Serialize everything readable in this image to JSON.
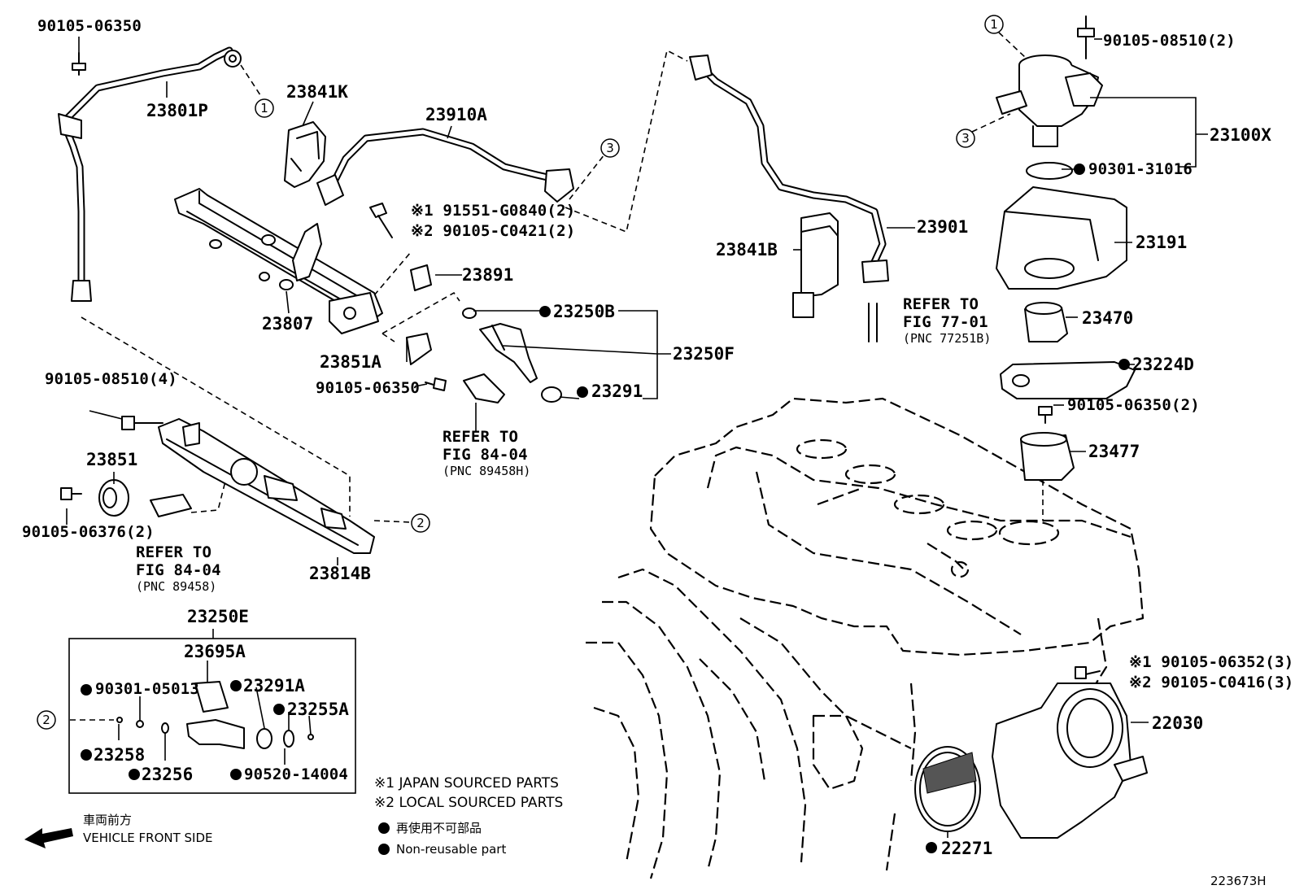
{
  "parts": {
    "p_90105_06350_top": "90105-06350",
    "p_23801P": "23801P",
    "p_23841K": "23841K",
    "p_23910A": "23910A",
    "p_91551": "※1 91551-G0840(2)",
    "p_90105_C0421": "※2 90105-C0421(2)",
    "p_23891": "23891",
    "p_23807": "23807",
    "p_23250B": "23250B",
    "p_23250F": "23250F",
    "p_23851A": "23851A",
    "p_90105_06350_mid": "90105-06350",
    "p_23291": "23291",
    "p_23901": "23901",
    "p_23841B": "23841B",
    "p_90105_08510_2": "90105-08510(2)",
    "p_23100X": "23100X",
    "p_90301_31016": "90301-31016",
    "p_23191": "23191",
    "p_23470": "23470",
    "p_23224D": "23224D",
    "p_90105_06350_2": "90105-06350(2)",
    "p_23477": "23477",
    "p_90105_08510_4": "90105-08510(4)",
    "p_23851": "23851",
    "p_90105_06376": "90105-06376(2)",
    "p_23814B": "23814B",
    "p_23250E": "23250E",
    "p_23695A": "23695A",
    "p_90301_05013": "90301-05013",
    "p_23291A": "23291A",
    "p_23255A": "23255A",
    "p_23258": "23258",
    "p_23256": "23256",
    "p_90520_14004": "90520-14004",
    "p_90105_06352": "※1 90105-06352(3)",
    "p_90105_C0416": "※2 90105-C0416(3)",
    "p_22030": "22030",
    "p_22271": "22271"
  },
  "refs": {
    "fig77": {
      "line1": "REFER TO",
      "line2": "FIG 77-01",
      "line3": "(PNC 77251B)"
    },
    "fig84a": {
      "line1": "REFER TO",
      "line2": "FIG 84-04",
      "line3": "(PNC 89458H)"
    },
    "fig84b": {
      "line1": "REFER TO",
      "line2": "FIG 84-04",
      "line3": "(PNC 89458)"
    }
  },
  "callouts": {
    "c1": "1",
    "c2": "2",
    "c3": "3"
  },
  "legend": {
    "japan": "※1 JAPAN SOURCED PARTS",
    "local": "※2 LOCAL SOURCED PARTS",
    "nonreuse_jp": "再使用不可部品",
    "nonreuse_en": "Non-reusable part"
  },
  "front": {
    "jp": "車両前方",
    "en": "VEHICLE FRONT SIDE"
  },
  "figure_id": "223673H"
}
